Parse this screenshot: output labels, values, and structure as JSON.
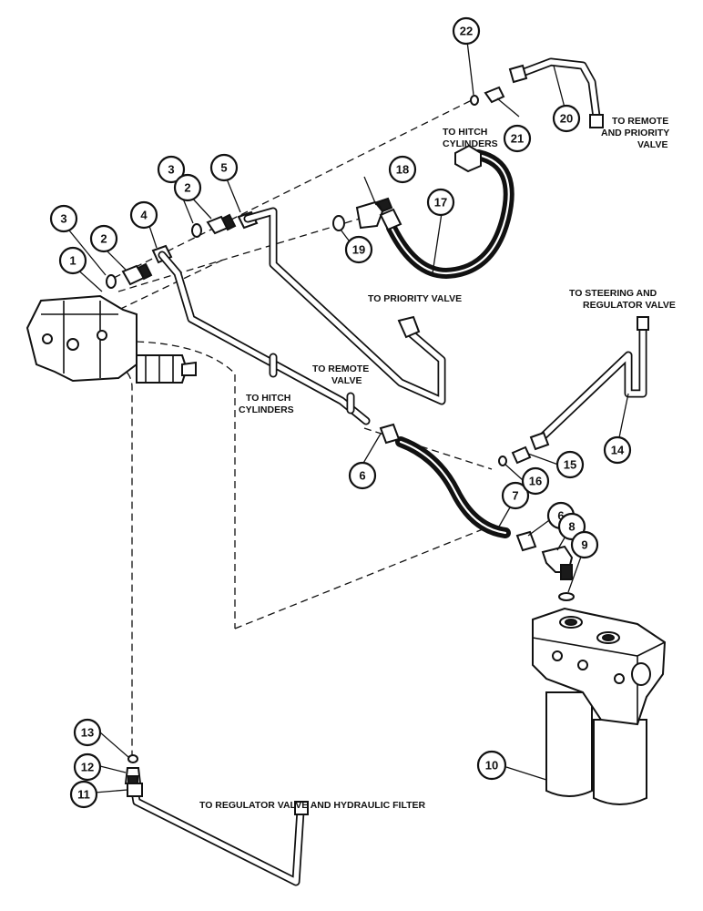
{
  "callouts": [
    {
      "n": "1"
    },
    {
      "n": "2"
    },
    {
      "n": "3"
    },
    {
      "n": "4"
    },
    {
      "n": "3"
    },
    {
      "n": "2"
    },
    {
      "n": "5"
    },
    {
      "n": "6"
    },
    {
      "n": "7"
    },
    {
      "n": "6"
    },
    {
      "n": "8"
    },
    {
      "n": "9"
    },
    {
      "n": "10"
    },
    {
      "n": "11"
    },
    {
      "n": "12"
    },
    {
      "n": "13"
    },
    {
      "n": "14"
    },
    {
      "n": "15"
    },
    {
      "n": "16"
    },
    {
      "n": "17"
    },
    {
      "n": "18"
    },
    {
      "n": "19"
    },
    {
      "n": "20"
    },
    {
      "n": "21"
    },
    {
      "n": "22"
    }
  ],
  "notes": {
    "remote_priority_1": "TO REMOTE",
    "remote_priority_2": "AND PRIORITY",
    "remote_priority_3": "VALVE",
    "hitch_top_1": "TO HITCH",
    "hitch_top_2": "CYLINDERS",
    "priority_valve": "TO PRIORITY VALVE",
    "steering_1": "TO STEERING AND",
    "steering_2": "REGULATOR VALVE",
    "remote_valve_1": "TO REMOTE",
    "remote_valve_2": "VALVE",
    "hitch_mid_1": "TO HITCH",
    "hitch_mid_2": "CYLINDERS",
    "regulator_filter": "TO REGULATOR VALVE AND HYDRAULIC FILTER"
  }
}
